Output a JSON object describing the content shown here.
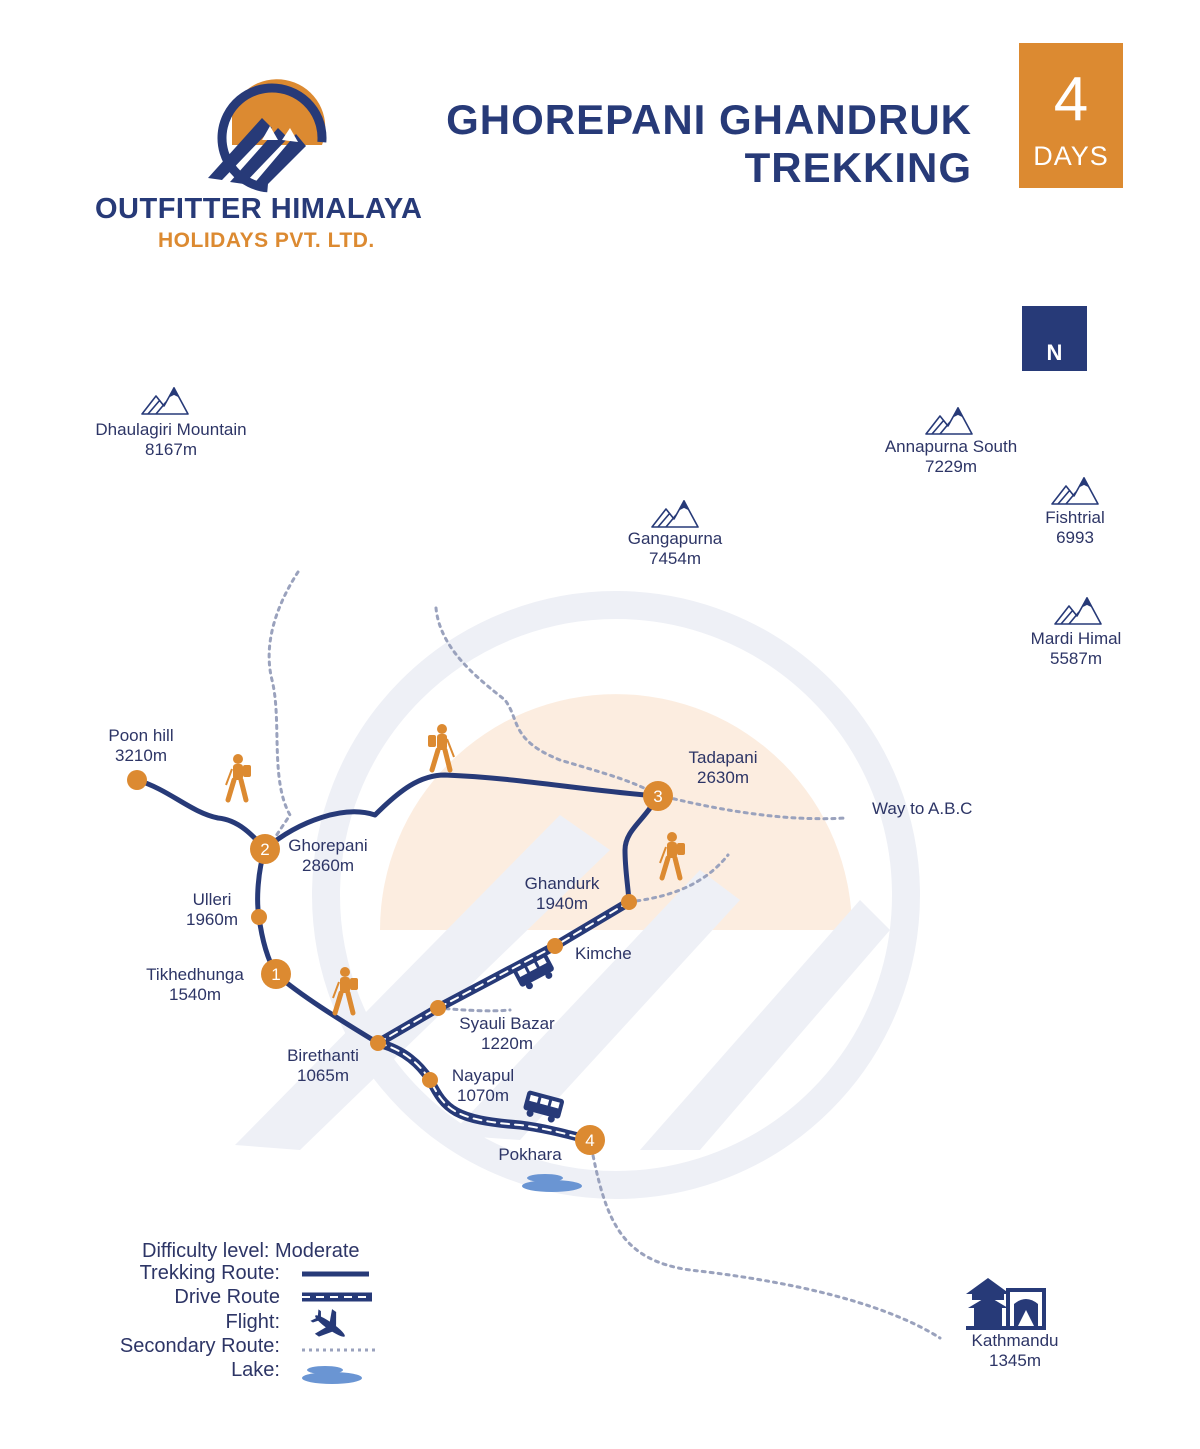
{
  "brand": {
    "name": "OUTFITTER HIMALAYA",
    "subtitle": "HOLIDAYS PVT. LTD."
  },
  "title": {
    "line1": "GHOREPANI GHANDRUK",
    "line2": "TREKKING"
  },
  "duration": {
    "number": "4",
    "unit": "DAYS"
  },
  "compass": {
    "label": "N"
  },
  "mountains": [
    {
      "name": "Dhaulagiri Mountain",
      "altitude": "8167m"
    },
    {
      "name": "Annapurna South",
      "altitude": "7229m"
    },
    {
      "name": "Gangapurna",
      "altitude": "7454m"
    },
    {
      "name": "Fishtrial",
      "altitude": "6993"
    },
    {
      "name": "Mardi Himal",
      "altitude": "5587m"
    }
  ],
  "places": [
    {
      "name": "Poon hill",
      "altitude": "3210m"
    },
    {
      "name": "Ghorepani",
      "altitude": "2860m",
      "stop": "2"
    },
    {
      "name": "Ulleri",
      "altitude": "1960m"
    },
    {
      "name": "Tikhedhunga",
      "altitude": "1540m",
      "stop": "1"
    },
    {
      "name": "Birethanti",
      "altitude": "1065m"
    },
    {
      "name": "Nayapul",
      "altitude": "1070m"
    },
    {
      "name": "Pokhara",
      "altitude": "",
      "stop": "4"
    },
    {
      "name": "Syauli Bazar",
      "altitude": "1220m"
    },
    {
      "name": "Kimche",
      "altitude": ""
    },
    {
      "name": "Ghandurk",
      "altitude": "1940m"
    },
    {
      "name": "Tadapani",
      "altitude": "2630m",
      "stop": "3"
    },
    {
      "name": "Kathmandu",
      "altitude": "1345m"
    }
  ],
  "way_label": "Way to A.B.C",
  "legend": {
    "difficulty": "Difficulty level: Moderate",
    "trekking": "Trekking Route:",
    "drive": "Drive Route",
    "flight": "Flight:",
    "secondary": "Secondary Route:",
    "lake": "Lake:"
  },
  "colors": {
    "navy": "#273a78",
    "orange": "#dc8a31",
    "lake": "#6a95d3",
    "dotted": "#9aa2bd"
  },
  "icons": [
    "logo-mountain-icon",
    "mountain-icon",
    "hiker-icon",
    "bus-icon",
    "airplane-icon",
    "lake-icon",
    "temple-icon",
    "north-arrow-icon"
  ]
}
